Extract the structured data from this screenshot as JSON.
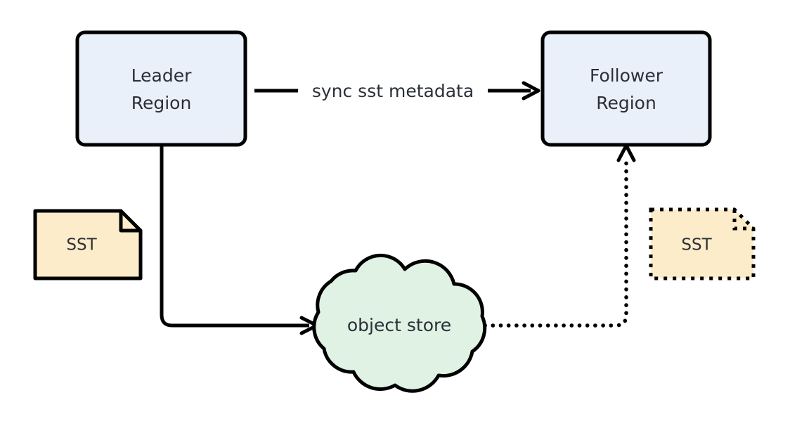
{
  "diagram": {
    "type": "flow-diagram",
    "background_color": "#ffffff",
    "nodes": [
      {
        "id": "leader-region",
        "kind": "rounded-rectangle",
        "label_line1": "Leader",
        "label_line2": "Region",
        "fill": "#eaf0fa",
        "stroke": "#000000"
      },
      {
        "id": "follower-region",
        "kind": "rounded-rectangle",
        "label_line1": "Follower",
        "label_line2": "Region",
        "fill": "#eaf0fa",
        "stroke": "#000000"
      },
      {
        "id": "sst-leader",
        "kind": "document-note",
        "label": "SST",
        "fill": "#fcecc9",
        "stroke": "#000000",
        "border_style": "solid"
      },
      {
        "id": "sst-follower",
        "kind": "document-note",
        "label": "SST",
        "fill": "#fcecc9",
        "stroke": "#000000",
        "border_style": "dotted"
      },
      {
        "id": "object-store",
        "kind": "cloud",
        "label": "object store",
        "fill": "#dff2e3",
        "stroke": "#000000"
      }
    ],
    "edges": [
      {
        "id": "leader-to-follower",
        "from": "leader-region",
        "to": "follower-region",
        "label": "sync sst metadata",
        "style": "solid",
        "arrow": "end"
      },
      {
        "id": "leader-to-object-store",
        "from": "leader-region",
        "to": "object-store",
        "label": "",
        "style": "solid",
        "arrow": "end"
      },
      {
        "id": "object-store-to-follower",
        "from": "object-store",
        "to": "follower-region",
        "label": "",
        "style": "dotted",
        "arrow": "end"
      }
    ]
  }
}
